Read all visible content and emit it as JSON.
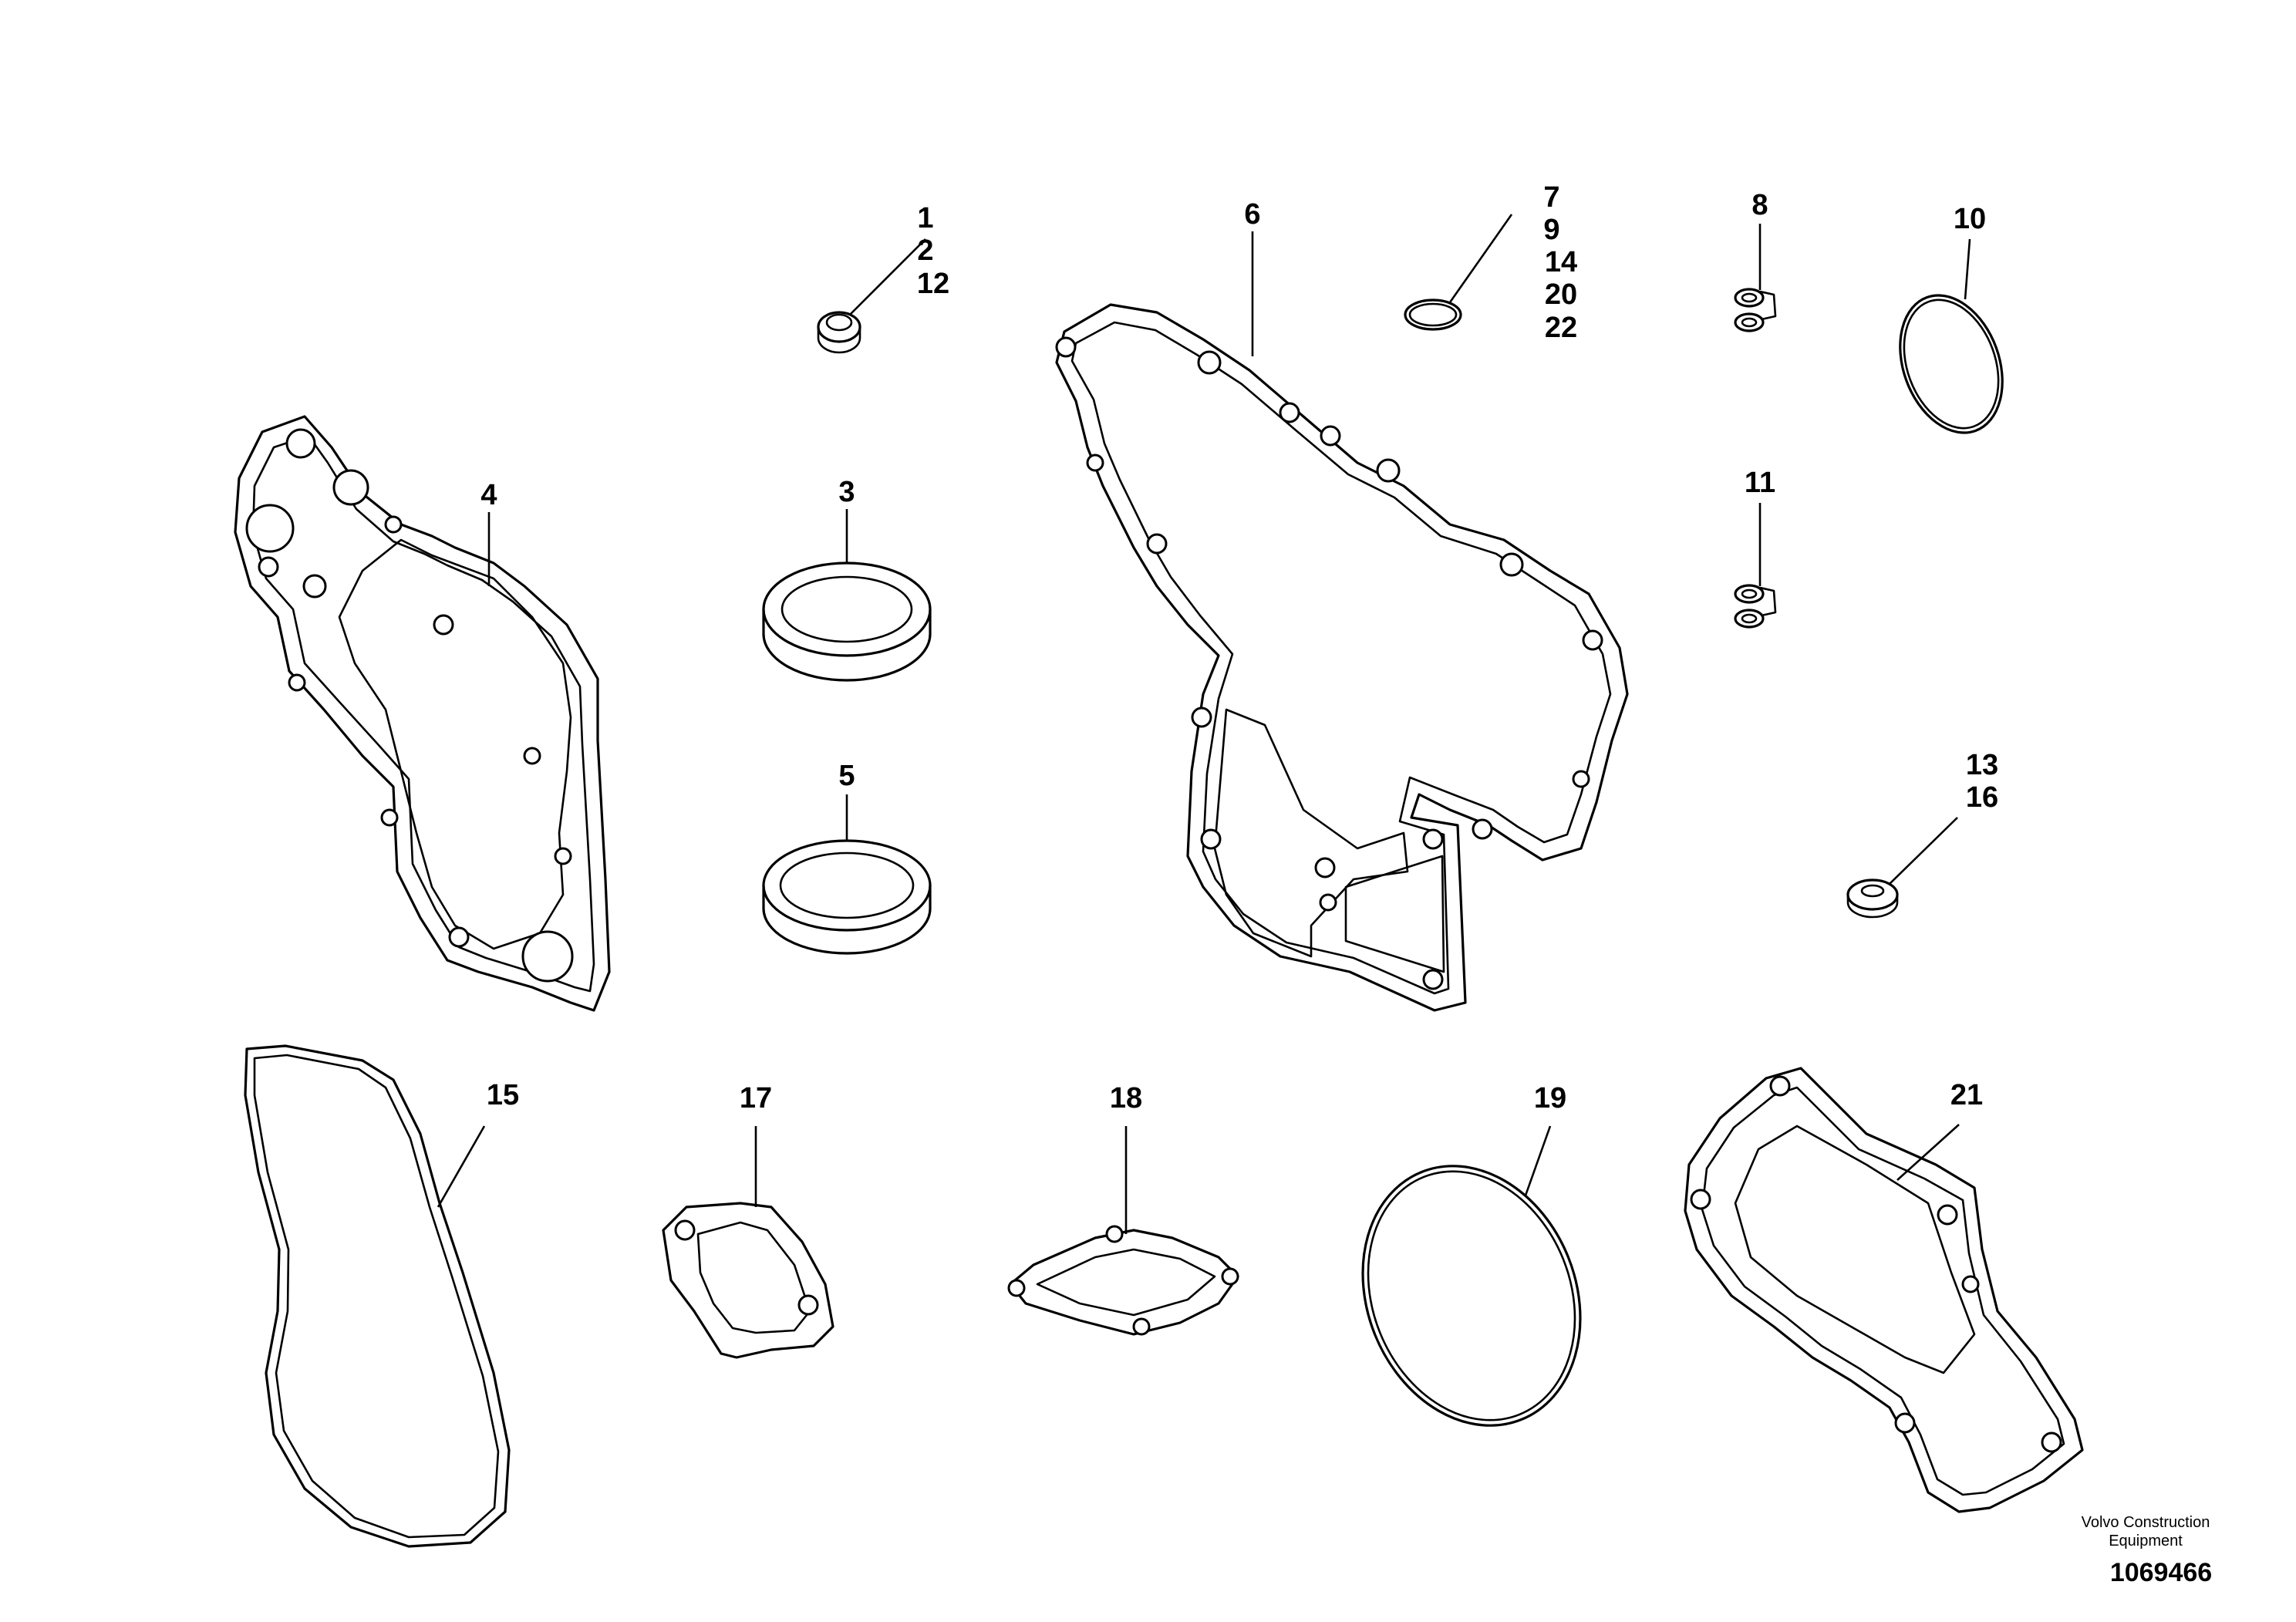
{
  "callouts": {
    "c1": "1",
    "c2": "2",
    "c12": "12",
    "c3": "3",
    "c4": "4",
    "c5": "5",
    "c6": "6",
    "c7": "7",
    "c9": "9",
    "c14": "14",
    "c20": "20",
    "c22": "22",
    "c8": "8",
    "c10": "10",
    "c11": "11",
    "c13": "13",
    "c16": "16",
    "c15": "15",
    "c17": "17",
    "c18": "18",
    "c19": "19",
    "c21": "21"
  },
  "footer": {
    "credit_line1": "Volvo Construction",
    "credit_line2": "Equipment",
    "reference": "1069466"
  }
}
